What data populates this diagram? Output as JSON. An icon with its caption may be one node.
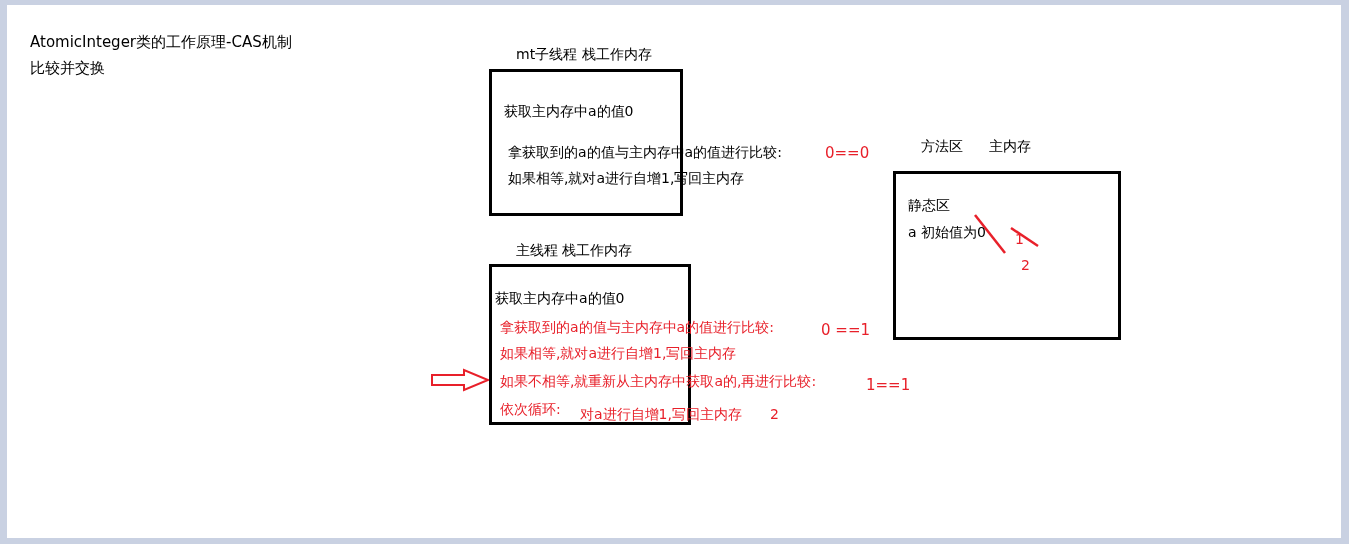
{
  "diagram": {
    "title": "AtomicInteger类的工作原理-CAS机制",
    "nodes": [
      {
        "text": [
          "mt子线程 栈工作内存",
          "获取主内存中a的值0",
          "拿获取到的a的值与主内存中a的值进行比较:",
          "如果相等,就对a进行自增1,写回主内存"
        ],
        "beside": [
          "0==0"
        ]
      },
      {
        "text": [
          "主线程 栈工作内存",
          "获取主内存中a的值0",
          "拿获取到的a的值与主内存中a的值进行比较:",
          "如果相等,就对a进行自增1,写回主内存",
          "如果不相等,就重新从主内存中获取a的,再进行比较:",
          "依次循环:",
          "对a进行自增1,写回主内存",
          "2"
        ],
        "beside": [
          "0 ==1",
          "1==1"
        ]
      },
      {
        "text": [
          "方法区",
          "主内存",
          "静态区",
          "a 初始值为0",
          "1",
          "2"
        ]
      }
    ],
    "edges": [
      {
        "from": null,
        "to": 1,
        "arrow": "to",
        "color": "#e8202a"
      }
    ],
    "labels": [
      "比较并交换"
    ]
  }
}
